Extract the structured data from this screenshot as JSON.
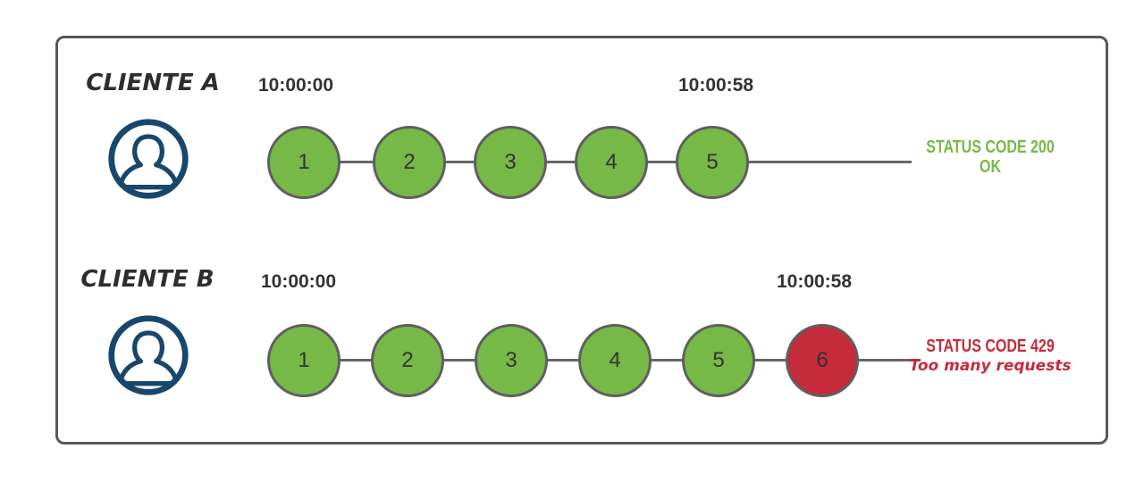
{
  "diagram_title": "rate-limiting-comparison",
  "rows": [
    {
      "client": "CLIENTE A",
      "start_time": "10:00:00",
      "end_time": "10:00:58",
      "steps": [
        "1",
        "2",
        "3",
        "4",
        "5"
      ],
      "status": {
        "line1": "STATUS CODE 200",
        "line2": "OK",
        "state": "ok"
      }
    },
    {
      "client": "CLIENTE B",
      "start_time": "10:00:00",
      "end_time": "10:00:58",
      "steps": [
        "1",
        "2",
        "3",
        "4",
        "5",
        "6"
      ],
      "status": {
        "line1": "STATUS CODE 429",
        "line2": "Too many requests",
        "state": "error"
      }
    }
  ],
  "icons": {
    "avatar": "user-avatar-icon"
  },
  "colors": {
    "ok-green": "#76b947",
    "error-red": "#c62b3c",
    "line-gray": "#666666",
    "avatar-navy": "#17486b",
    "frame-gray": "#58585a",
    "text-dark": "#2e2e2e"
  }
}
